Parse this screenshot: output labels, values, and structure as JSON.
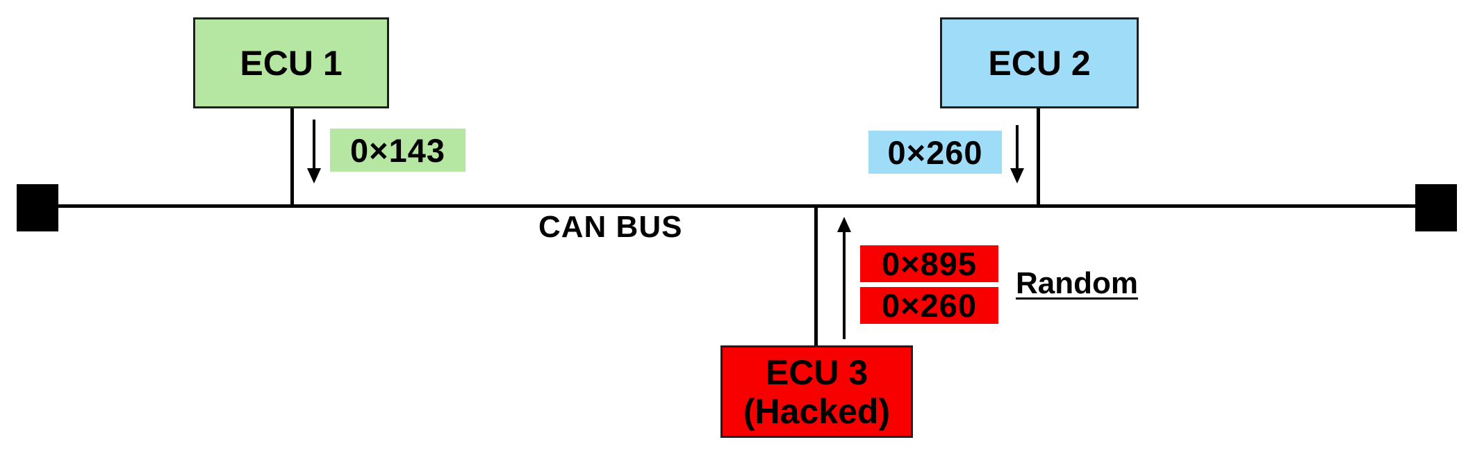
{
  "bus": {
    "label": "CAN BUS"
  },
  "nodes": {
    "ecu1": {
      "label": "ECU 1",
      "color": "#b5e6a2"
    },
    "ecu2": {
      "label": "ECU 2",
      "color": "#9edcf7"
    },
    "ecu3": {
      "line1": "ECU 3",
      "line2": "(Hacked)",
      "color": "#f90000"
    }
  },
  "messages": {
    "ecu1_id": {
      "text": "0×143",
      "color": "#b5e6a2"
    },
    "ecu2_id": {
      "text": "0×260",
      "color": "#9edcf7"
    },
    "ecu3_ids": [
      {
        "text": "0×895",
        "color": "#f90000"
      },
      {
        "text": "0×260",
        "color": "#f90000"
      }
    ]
  },
  "annotations": {
    "random": "Random"
  }
}
